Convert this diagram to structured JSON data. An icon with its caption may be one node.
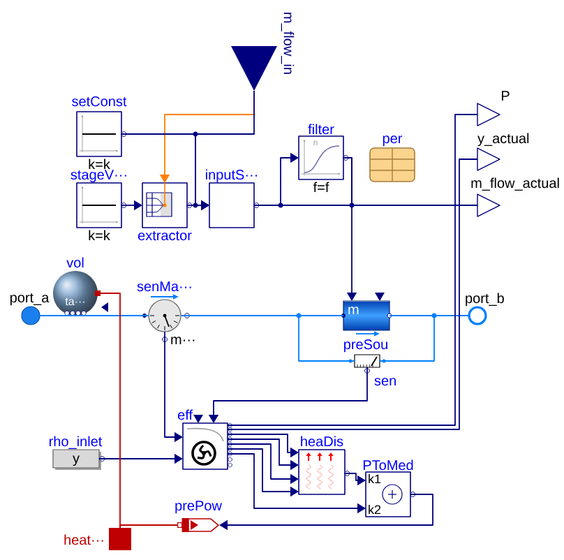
{
  "diagram": {
    "nodes": [
      {
        "text": [
          "m_flow_in"
        ]
      },
      {
        "text": [
          "setConst",
          "k=k"
        ]
      },
      {
        "text": [
          "stageV···",
          "k=k"
        ]
      },
      {
        "text": [
          "extractor"
        ]
      },
      {
        "text": [
          "inputS···"
        ]
      },
      {
        "text": [
          "filter",
          "n",
          "f=f"
        ]
      },
      {
        "text": [
          "per"
        ]
      },
      {
        "text": [
          "P"
        ]
      },
      {
        "text": [
          "y_actual"
        ]
      },
      {
        "text": [
          "m_flow_actual"
        ]
      },
      {
        "text": [
          "port_a"
        ]
      },
      {
        "text": [
          "vol",
          "ta···"
        ]
      },
      {
        "text": [
          "senMa···",
          "m···"
        ]
      },
      {
        "text": [
          "m",
          "preSou"
        ]
      },
      {
        "text": [
          "sen"
        ]
      },
      {
        "text": [
          "port_b"
        ]
      },
      {
        "text": [
          "eff"
        ]
      },
      {
        "text": [
          "rho_inlet",
          "y"
        ]
      },
      {
        "text": [
          "heaDis"
        ]
      },
      {
        "text": [
          "PToMed",
          "k1",
          "k2"
        ]
      },
      {
        "text": [
          "prePow"
        ]
      },
      {
        "text": [
          "heat···"
        ]
      }
    ],
    "edges": [
      {
        "from": 0,
        "to": 3,
        "arrow": "to",
        "color": "#ff7f00"
      },
      {
        "from": 0,
        "to": 4,
        "arrow": "to"
      },
      {
        "from": 1,
        "to": 4,
        "arrow": "to"
      },
      {
        "from": 2,
        "to": 3,
        "arrow": "to"
      },
      {
        "from": 3,
        "to": 4,
        "arrow": "to"
      },
      {
        "from": 4,
        "to": 5,
        "arrow": "to"
      },
      {
        "from": 4,
        "to": 9,
        "arrow": "none"
      },
      {
        "from": 5,
        "to": 13,
        "arrow": "to"
      },
      {
        "from": 5,
        "to": 9,
        "arrow": "none"
      },
      {
        "from": 10,
        "to": 11,
        "arrow": "none",
        "color": "#007fff"
      },
      {
        "from": 11,
        "to": 12,
        "arrow": "none",
        "color": "#007fff"
      },
      {
        "from": 12,
        "to": 13,
        "arrow": "none",
        "color": "#007fff"
      },
      {
        "from": 13,
        "to": 15,
        "arrow": "none",
        "color": "#007fff"
      },
      {
        "from": 12,
        "to": 14,
        "arrow": "none",
        "color": "#007fff"
      },
      {
        "from": 14,
        "to": 15,
        "arrow": "none",
        "color": "#007fff"
      },
      {
        "from": 12,
        "to": 16,
        "arrow": "to"
      },
      {
        "from": 14,
        "to": 16,
        "arrow": "to"
      },
      {
        "from": 17,
        "to": 16,
        "arrow": "to"
      },
      {
        "from": 16,
        "to": 7,
        "arrow": "none"
      },
      {
        "from": 16,
        "to": 8,
        "arrow": "none"
      },
      {
        "from": 16,
        "to": 18,
        "arrow": "to"
      },
      {
        "from": 16,
        "to": 18,
        "arrow": "to"
      },
      {
        "from": 16,
        "to": 18,
        "arrow": "to"
      },
      {
        "from": 16,
        "to": 18,
        "arrow": "to"
      },
      {
        "from": 16,
        "to": 19,
        "arrow": "to"
      },
      {
        "from": 18,
        "to": 19,
        "arrow": "to"
      },
      {
        "from": 19,
        "to": 20,
        "arrow": "to"
      },
      {
        "from": 20,
        "to": 21,
        "arrow": "none",
        "color": "#bf0000"
      },
      {
        "from": 21,
        "to": 11,
        "arrow": "none",
        "color": "#bf0000"
      }
    ]
  }
}
